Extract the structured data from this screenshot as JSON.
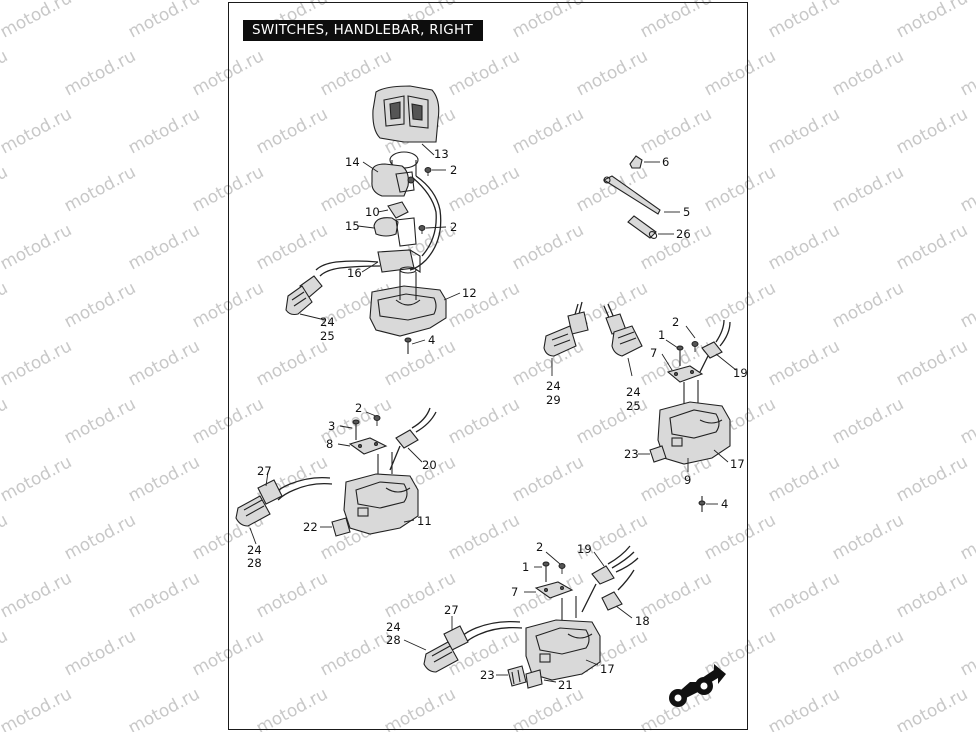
{
  "title": "SWITCHES, HANDLEBAR, RIGHT",
  "watermark": "motod.ru",
  "callouts": {
    "c13": "13",
    "c14": "14",
    "c2a": "2",
    "c10": "10",
    "c15": "15",
    "c2b": "2",
    "c16": "16",
    "c12": "12",
    "c24a": "24",
    "c25a": "25",
    "c4a": "4",
    "c6": "6",
    "c5": "5",
    "c26": "26",
    "c24b": "24",
    "c29": "29",
    "c24c": "24",
    "c25b": "25",
    "c2c": "2",
    "c1a": "1",
    "c7a": "7",
    "c19a": "19",
    "c23a": "23",
    "c9": "9",
    "c17a": "17",
    "c4b": "4",
    "c2d": "2",
    "c3": "3",
    "c8": "8",
    "c20": "20",
    "c27a": "27",
    "c11": "11",
    "c22": "22",
    "c24d": "24",
    "c28a": "28",
    "c2e": "2",
    "c19b": "19",
    "c1b": "1",
    "c7b": "7",
    "c18": "18",
    "c27b": "27",
    "c24e": "24",
    "c28b": "28",
    "c23b": "23",
    "c21": "21",
    "c17b": "17"
  },
  "colors": {
    "line": "#222222",
    "title_bg": "#0d0d0d",
    "title_fg": "#ffffff",
    "watermark": "#c8c8c8"
  },
  "icons": [
    "motorcycle-direction-icon"
  ]
}
